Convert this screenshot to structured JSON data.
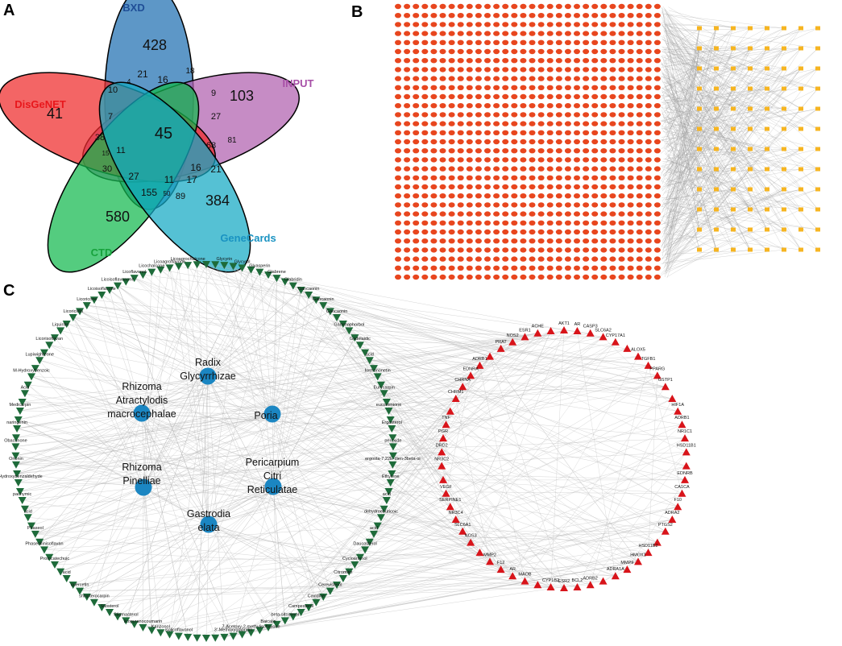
{
  "panels": {
    "a": "A",
    "b": "B",
    "c": "C"
  },
  "venn": {
    "sets": [
      {
        "name": "BXD",
        "color": "#1f6fb2",
        "label_color": "#1f4e96"
      },
      {
        "name": "INPUT",
        "color": "#b05fae",
        "label_color": "#a64ea6"
      },
      {
        "name": "DisGeNET",
        "color": "#ee2a2a",
        "label_color": "#e8171c"
      },
      {
        "name": "CTD",
        "color": "#12b94e",
        "label_color": "#17a23c"
      },
      {
        "name": "GeneCards",
        "color": "#13a9c4",
        "label_color": "#1a93c2"
      }
    ],
    "counts": [
      "428",
      "103",
      "41",
      "580",
      "384",
      "45",
      "21",
      "16",
      "18",
      "9",
      "27",
      "11",
      "10",
      "4",
      "7",
      "38",
      "15",
      "30",
      "27",
      "11",
      "68",
      "81",
      "17",
      "16",
      "21",
      "155",
      "50",
      "89"
    ]
  },
  "network_b": {
    "compound_color": "#e8461e",
    "target_color": "#f6b522",
    "edge_color": "#9a9a9a"
  },
  "network_c": {
    "herb_color": "#1b86c2",
    "compound_color": "#1e6b3a",
    "target_color": "#d8141a",
    "edge_color": "#b5b5b5",
    "herbs": [
      [
        "Radix",
        "Glycyrrhizae"
      ],
      [
        "Rhizoma",
        "Atractylodis",
        "macrocephalae"
      ],
      [
        "Poria"
      ],
      [
        "Pericarpium",
        "Citri",
        "Reticulatae"
      ],
      [
        "Rhizoma",
        "Pinelliae"
      ],
      [
        "Gastrodia",
        "elata"
      ]
    ],
    "compounds_left": [
      "Licoagrochalcone",
      "Licoagroflavone",
      "Licochalcone",
      "Licoflavonol",
      "Licoisoflavanone",
      "Licoisoflavone",
      "Licoricone",
      "Licoricidin",
      "Liquiritin",
      "Licorisoflavan",
      "Lupiwighteone",
      "M-Hydroxybenzoic",
      "Acid",
      "Medicarpin",
      "naringenin",
      "Obacunone",
      "Ononin",
      "P-Hydroxybenzaldehyde",
      "pachymic",
      "acid",
      "Phaseol",
      "Phaseollinisoflavan",
      "Protocatechuic",
      "acid",
      "quercetin",
      "shinpterocarpin",
      "Sitosterol",
      "Stigmasterol",
      "licopyranocoumarin",
      "Kanzonol",
      "isolicoflavonol",
      "licoricone",
      "liquiritigenin",
      "licoflavone"
    ],
    "compounds_right": [
      "Glycyrin",
      "Glycyrol",
      "Glyasperin",
      "Glabrene",
      "Glabridin",
      "Gancaonin",
      "Gancaonin",
      "Gancaonin",
      "Gammaphorbol",
      "Gadelaidic",
      "acid",
      "formononetin",
      "Eurycarpin",
      "eucommione",
      "Ergosterol",
      "peroxide",
      "ergosta-7,22E-dien-3beta-ol",
      "Ethylene",
      "acid",
      "dehydroeburicoic",
      "acid",
      "Daucosterol",
      "Cycloartenol",
      "Citromitin",
      "Cerevisterol",
      "Cavidine",
      "Campesterol",
      "beta-sitosterol",
      "Baicalin",
      "7-Acetoxy-2-methylisoflavone",
      "3'-Methoxyglabridin",
      "16alpha-Hydroxydehydrotrametenolic",
      "Acetate"
    ],
    "targets": [
      "AKT1",
      "AR",
      "CASP3",
      "SLC6A2",
      "CYP17A1",
      "ALOX5",
      "TGFB1",
      "PPARG",
      "GSTP1",
      "HIF1A",
      "ADRB1",
      "NR1C1",
      "HSD11B1",
      "EDNRB",
      "CA1CA",
      "F10",
      "ADRA2",
      "PTGS2",
      "HSD11B2",
      "HMOX1",
      "MMP9",
      "ADRA1A",
      "ADRB2",
      "BCL2",
      "ESR2",
      "CYP1B2",
      "MAOB",
      "AR",
      "F12",
      "MMP2",
      "NOS3",
      "SLC6A1",
      "NR3C4",
      "SERPINE1",
      "VEGF",
      "NR3C2",
      "DRD2",
      "PGR",
      "TNF",
      "CHRM1",
      "CHRNA",
      "EDNRA",
      "ADRB1",
      "PRAT",
      "NOS2",
      "ESR1",
      "ACHE"
    ]
  }
}
